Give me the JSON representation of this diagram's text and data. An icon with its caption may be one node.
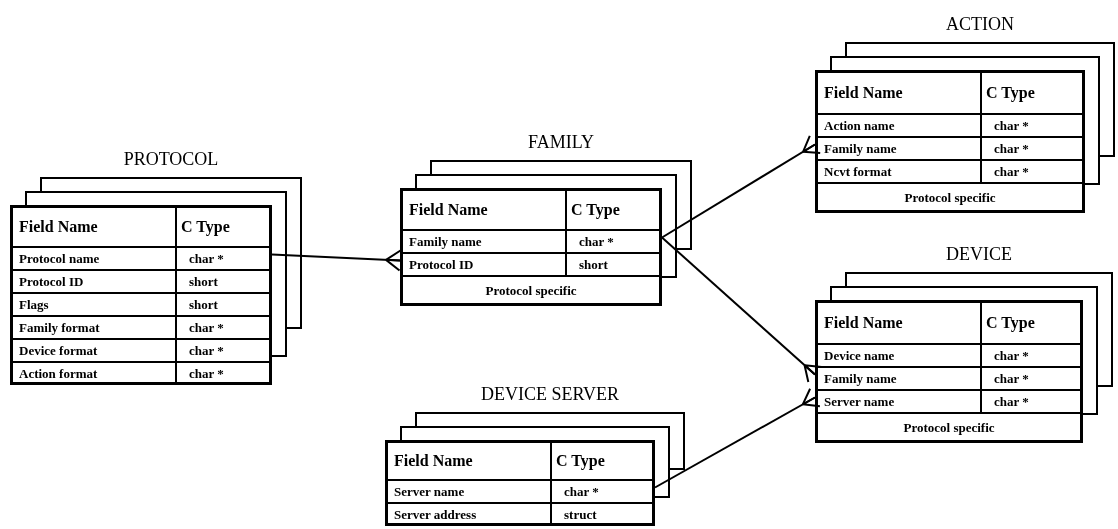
{
  "diagram": {
    "nodes": [
      {
        "text": [
          "PROTOCOL"
        ]
      },
      {
        "text": [
          "Field Name",
          "C Type"
        ],
        "in": 0
      },
      {
        "text": [
          "Protocol name",
          "char *"
        ],
        "in": 0
      },
      {
        "text": [
          "Protocol ID",
          "short"
        ],
        "in": 0
      },
      {
        "text": [
          "Flags",
          "short"
        ],
        "in": 0
      },
      {
        "text": [
          "Family format",
          "char *"
        ],
        "in": 0
      },
      {
        "text": [
          "Device format",
          "char *"
        ],
        "in": 0
      },
      {
        "text": [
          "Action format",
          "char *"
        ],
        "in": 0
      },
      {
        "text": [
          "FAMILY"
        ]
      },
      {
        "text": [
          "Field Name",
          "C Type"
        ],
        "in": 8
      },
      {
        "text": [
          "Family name",
          "char *"
        ],
        "in": 8
      },
      {
        "text": [
          "Protocol ID",
          "short"
        ],
        "in": 8
      },
      {
        "text": [
          "Protocol specific"
        ],
        "in": 8
      },
      {
        "text": [
          "DEVICE SERVER"
        ]
      },
      {
        "text": [
          "Field Name",
          "C Type"
        ],
        "in": 13
      },
      {
        "text": [
          "Server name",
          "char *"
        ],
        "in": 13
      },
      {
        "text": [
          "Server address",
          "struct"
        ],
        "in": 13
      },
      {
        "text": [
          "ACTION"
        ]
      },
      {
        "text": [
          "Field Name",
          "C Type"
        ],
        "in": 17
      },
      {
        "text": [
          "Action name",
          "char *"
        ],
        "in": 17
      },
      {
        "text": [
          "Family name",
          "char *"
        ],
        "in": 17
      },
      {
        "text": [
          "Ncvt format",
          "char *"
        ],
        "in": 17
      },
      {
        "text": [
          "Protocol specific"
        ],
        "in": 17
      },
      {
        "text": [
          "DEVICE"
        ]
      },
      {
        "text": [
          "Field Name",
          "C Type"
        ],
        "in": 23
      },
      {
        "text": [
          "Device name",
          "char *"
        ],
        "in": 23
      },
      {
        "text": [
          "Family name",
          "char *"
        ],
        "in": 23
      },
      {
        "text": [
          "Server name",
          "char *"
        ],
        "in": 23
      },
      {
        "text": [
          "Protocol specific"
        ],
        "in": 23
      }
    ],
    "edges": [
      {
        "from": 2,
        "to": 11,
        "arrow": "other"
      },
      {
        "from": 10,
        "to": 20,
        "arrow": "other"
      },
      {
        "from": 10,
        "to": 26,
        "arrow": "other"
      },
      {
        "from": 15,
        "to": 27,
        "arrow": "other"
      }
    ]
  }
}
